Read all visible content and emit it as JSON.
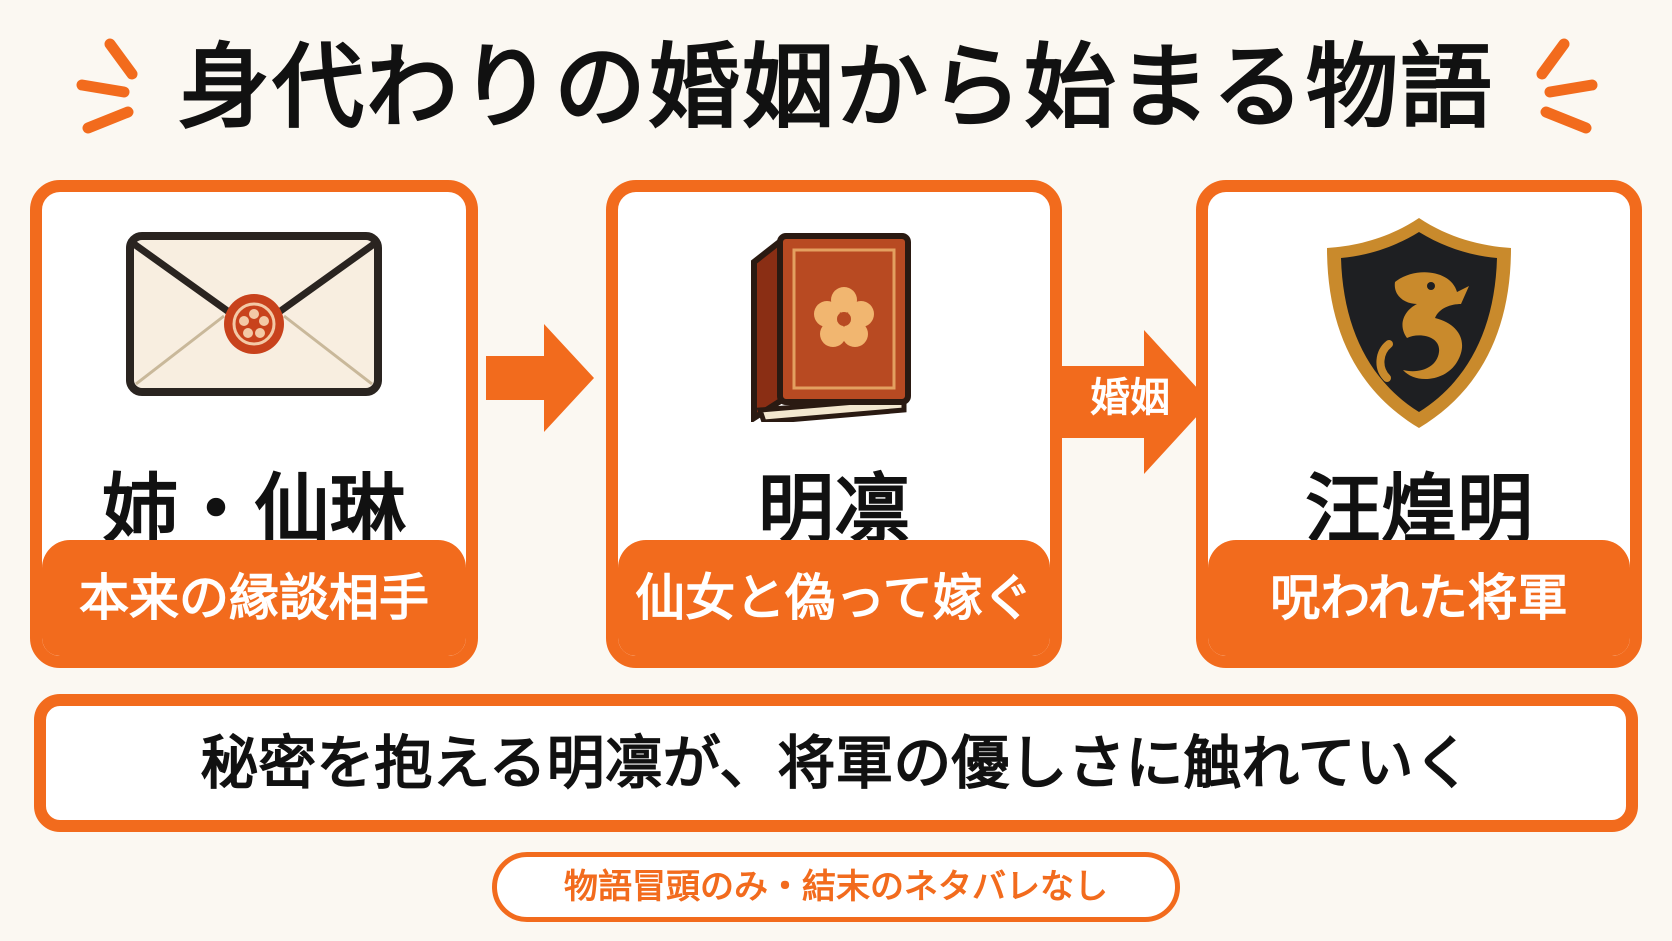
{
  "title": "身代わりの婚姻から始まる物語",
  "colors": {
    "accent": "#f26b1d",
    "text": "#111111",
    "background": "#fbf8f2"
  },
  "cards": [
    {
      "icon": "sealed-envelope-icon",
      "name": "姉・仙琳",
      "role": "本来の縁談相手"
    },
    {
      "icon": "sakura-book-icon",
      "name": "明凛",
      "role": "仙女と偽って嫁ぐ"
    },
    {
      "icon": "dragon-shield-icon",
      "name": "汪煌明",
      "role": "呪われた将軍"
    }
  ],
  "arrow_label": "婚姻",
  "summary": "秘密を抱える明凛が、将軍の優しさに触れていく",
  "note": "物語冒頭のみ・結末のネタバレなし"
}
